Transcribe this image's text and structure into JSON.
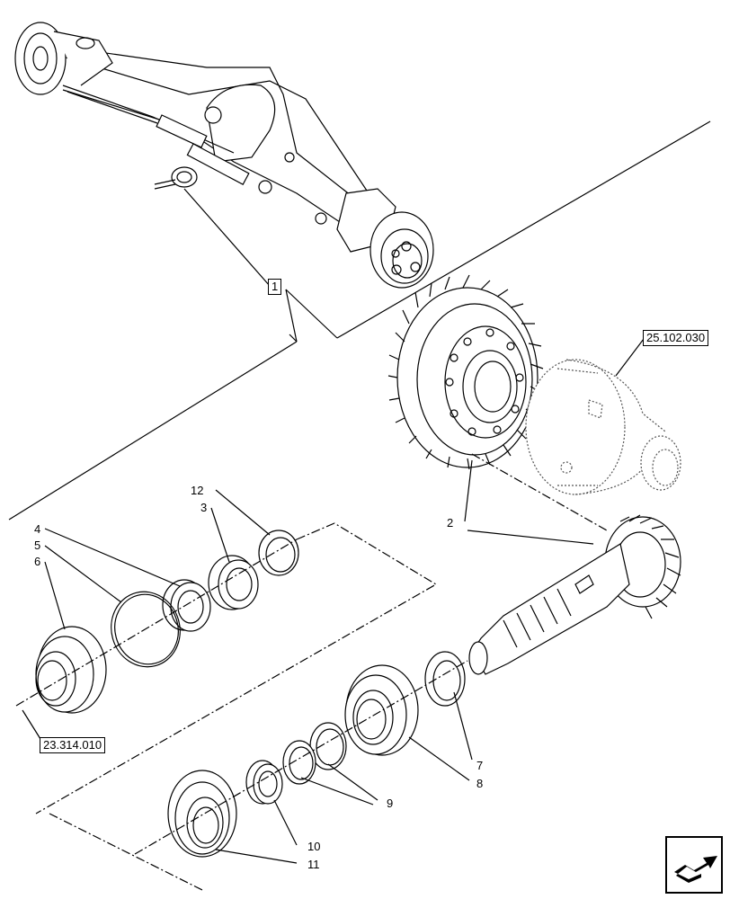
{
  "callouts": {
    "c1": "1",
    "c2": "2",
    "c3": "3",
    "c4": "4",
    "c5": "5",
    "c6": "6",
    "c7": "7",
    "c8": "8",
    "c9": "9",
    "c10": "10",
    "c11": "11",
    "c12": "12"
  },
  "references": {
    "differential": "25.102.030",
    "hub": "23.314.010"
  },
  "icons": {
    "nav": "forward-arrow-icon"
  }
}
